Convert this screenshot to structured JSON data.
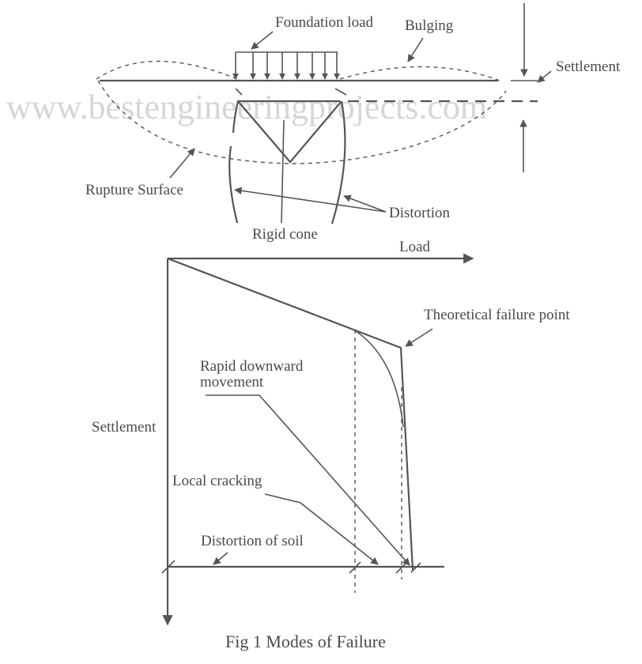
{
  "watermark": "www.bestengineeringprojects.com",
  "top_diagram": {
    "foundation_load": "Foundation load",
    "bulging": "Bulging",
    "settlement": "Settlement",
    "rupture_surface": "Rupture Surface",
    "distortion": "Distortion",
    "rigid_cone": "Rigid cone"
  },
  "graph": {
    "x_axis_label": "Load",
    "y_axis_label": "Settlement",
    "theoretical_failure_point": "Theoretical failure point",
    "rapid_downward_line1": "Rapid downward",
    "rapid_downward_line2": "movement",
    "local_cracking": "Local cracking",
    "distortion_of_soil": "Distortion of soil"
  },
  "caption": "Fig 1 Modes of Failure",
  "colors": {
    "ink": "#555555",
    "text": "#4a4a4a",
    "watermark": "#d6d6d6",
    "background": "#ffffff"
  }
}
